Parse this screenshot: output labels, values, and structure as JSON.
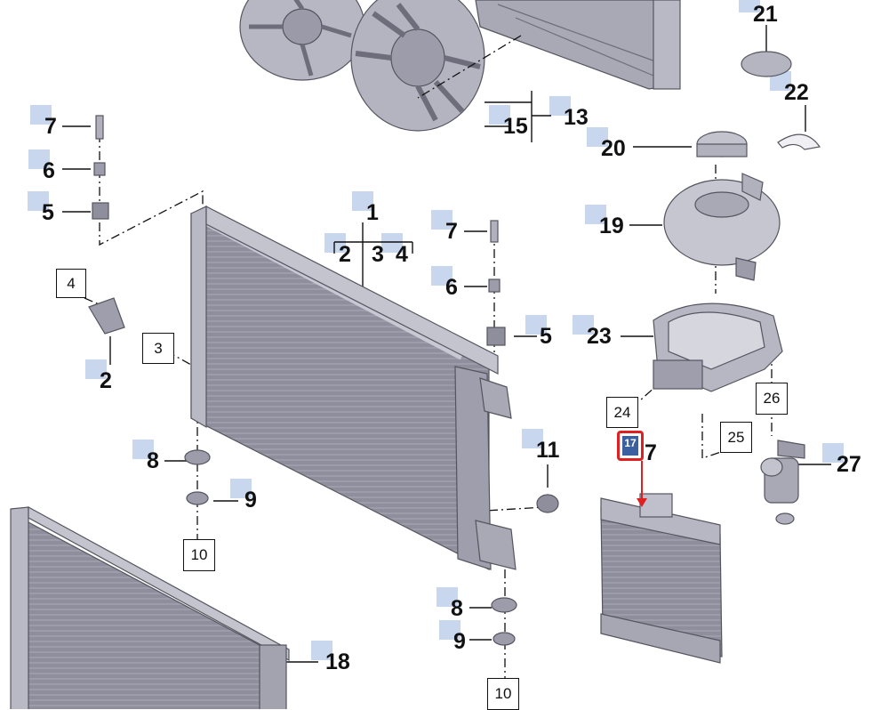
{
  "diagram": {
    "callouts": [
      {
        "id": "c21",
        "text": "21"
      },
      {
        "id": "c22",
        "text": "22"
      },
      {
        "id": "c13",
        "text": "13"
      },
      {
        "id": "c15",
        "text": "15"
      },
      {
        "id": "c20",
        "text": "20"
      },
      {
        "id": "c7a",
        "text": "7"
      },
      {
        "id": "c6a",
        "text": "6"
      },
      {
        "id": "c5a",
        "text": "5"
      },
      {
        "id": "c1",
        "text": "1"
      },
      {
        "id": "c2b",
        "text": "2"
      },
      {
        "id": "c3b",
        "text": "3"
      },
      {
        "id": "c4b",
        "text": "4"
      },
      {
        "id": "c7b",
        "text": "7"
      },
      {
        "id": "c6b",
        "text": "6"
      },
      {
        "id": "c5b",
        "text": "5"
      },
      {
        "id": "c19",
        "text": "19"
      },
      {
        "id": "c23",
        "text": "23"
      },
      {
        "id": "c2a",
        "text": "2"
      },
      {
        "id": "c8a",
        "text": "8"
      },
      {
        "id": "c9a",
        "text": "9"
      },
      {
        "id": "c11",
        "text": "11"
      },
      {
        "id": "c17",
        "text": "7"
      },
      {
        "id": "c27",
        "text": "27"
      },
      {
        "id": "c8b",
        "text": "8"
      },
      {
        "id": "c9b",
        "text": "9"
      },
      {
        "id": "c18",
        "text": "18"
      }
    ],
    "boxed_labels": [
      {
        "id": "b4",
        "text": "4"
      },
      {
        "id": "b3",
        "text": "3"
      },
      {
        "id": "b10a",
        "text": "10"
      },
      {
        "id": "b10b",
        "text": "10"
      },
      {
        "id": "b24",
        "text": "24"
      },
      {
        "id": "b25",
        "text": "25"
      },
      {
        "id": "b26",
        "text": "26"
      }
    ],
    "highlight": {
      "text": "17",
      "border_color": "#e02020",
      "fill_color": "#3c5f9f",
      "arrow_color": "#e02020"
    },
    "colors": {
      "part_fill": "#a6a6b4",
      "part_dark": "#7d7d8c",
      "part_light": "#c8c8d4",
      "outline": "#55555f",
      "tab": "#c9d7ee"
    }
  }
}
